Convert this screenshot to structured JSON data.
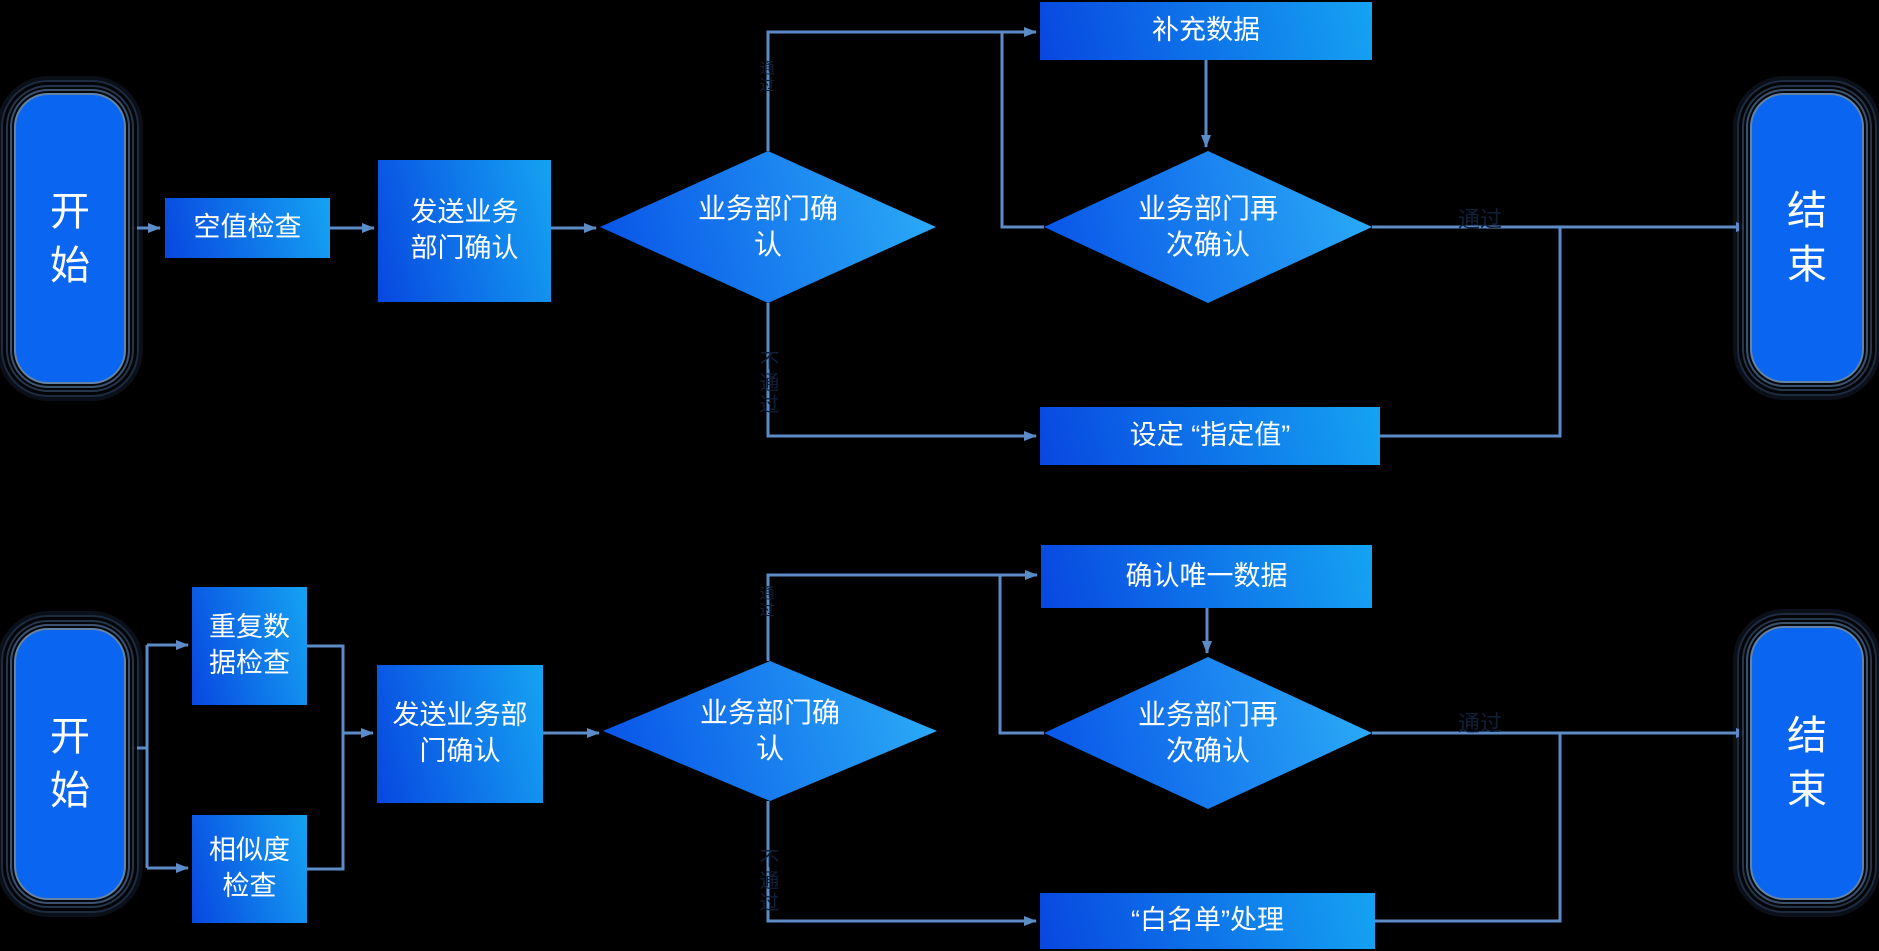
{
  "canvas": {
    "background": "#000000"
  },
  "colors": {
    "connector": "#5b8cc8",
    "terminal_fill": "#0a66f0",
    "process_gradient_start": "#0847e0",
    "process_gradient_end": "#15a3f2",
    "diamond_gradient_start": "#0a58e8",
    "diamond_gradient_end": "#2aabf6",
    "node_text": "#ffffff",
    "edge_label_text": "#101f38"
  },
  "flow_null_check": {
    "start": "开\n始",
    "null_check": "空值检查",
    "send_confirm": "发送业务\n部门确认",
    "dept_confirm": "业务部门确\n认",
    "supplement_data": "补充数据",
    "dept_reconfirm": "业务部门再\n次确认",
    "set_value": "设定 “指定值”",
    "end": "结\n束",
    "label_up_branch": "通过",
    "label_down_branch": "不通过",
    "label_to_end": "通过"
  },
  "flow_duplicate_check": {
    "start": "开\n始",
    "duplicate_check": "重复数\n据检查",
    "similarity_check": "相似度\n检查",
    "send_confirm": "发送业务部\n门确认",
    "dept_confirm": "业务部门确\n认",
    "confirm_unique": "确认唯一数据",
    "dept_reconfirm": "业务部门再\n次确认",
    "whitelist": "“白名单”处理",
    "end": "结\n束",
    "label_up_branch": "通过",
    "label_down_branch": "不通过",
    "label_to_end": "通过"
  }
}
